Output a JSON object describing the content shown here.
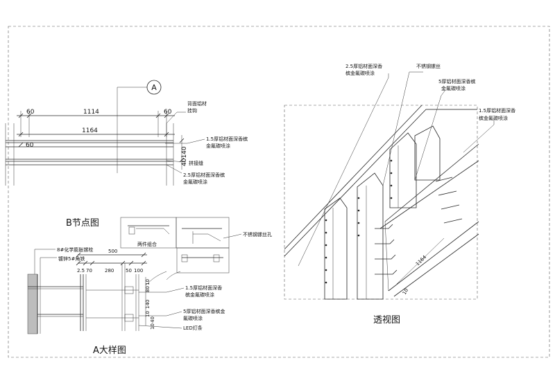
{
  "section_b": {
    "title": "B节点图",
    "marker": "A",
    "dims": {
      "d60_left": "60",
      "d1114": "1114",
      "d60_right": "60",
      "d1164": "1164",
      "d60_lower": "60",
      "d_stack": "40140"
    },
    "notes": {
      "back_bracket": [
        "背面铝材",
        "挂钩"
      ],
      "panel_15": [
        "1.5厚铝材面深香槟",
        "金氟碳喷涂"
      ],
      "joint": "拼接缝",
      "panel_25": [
        "2.5厚铝材面深香槟",
        "金氟碳喷涂"
      ]
    }
  },
  "inset": {
    "caption": "两件组合",
    "screw_hole": "不锈钢镙丝孔"
  },
  "section_a": {
    "title": "A大样图",
    "dims": {
      "d2_5": "2.5",
      "d70": "70",
      "d280": "280",
      "d50": "50",
      "d100": "100",
      "d500": "500",
      "d80": "80",
      "d10_a": "10",
      "d140": "140",
      "d10_b": "10",
      "d10_c": "10",
      "d40": "40"
    },
    "notes": {
      "anchor": "8#化学膨胀镙栓",
      "angle": "镀锌5#角铁",
      "panel_15": [
        "1.5厚铝材面深香",
        "槟金氟碳喷涂"
      ],
      "panel_5": [
        "5厚铝材面深香槟金",
        "氟碳喷涂"
      ],
      "led": "LED灯条"
    }
  },
  "perspective": {
    "title": "透视图",
    "notes": {
      "panel_25": [
        "2.5厚铝材面深香",
        "槟金氟碳喷涂"
      ],
      "screw": "不锈钢镙丝",
      "panel_5": [
        "5厚铝材面深香槟",
        "金氟碳喷涂"
      ],
      "panel_15": [
        "1.5厚铝材面深香",
        "槟金氟碳喷涂"
      ]
    },
    "dims": {
      "d1164": "1164",
      "d10": "10"
    }
  }
}
